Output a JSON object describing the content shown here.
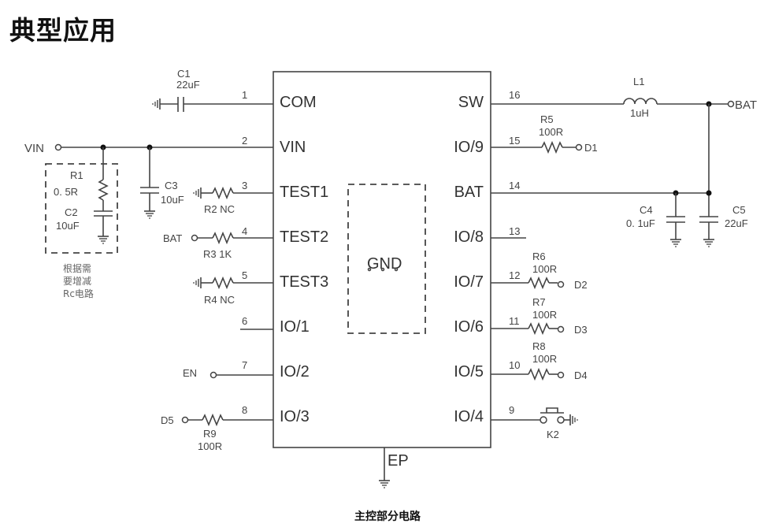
{
  "title": "典型应用",
  "caption": "主控部分电路",
  "chip": {
    "center_label": "GND",
    "exposed_pad_label": "EP",
    "left_pins": [
      {
        "num": "1",
        "name": "COM"
      },
      {
        "num": "2",
        "name": "VIN"
      },
      {
        "num": "3",
        "name": "TEST1"
      },
      {
        "num": "4",
        "name": "TEST2"
      },
      {
        "num": "5",
        "name": "TEST3"
      },
      {
        "num": "6",
        "name": "IO/1"
      },
      {
        "num": "7",
        "name": "IO/2"
      },
      {
        "num": "8",
        "name": "IO/3"
      }
    ],
    "right_pins": [
      {
        "num": "16",
        "name": "SW"
      },
      {
        "num": "15",
        "name": "IO/9"
      },
      {
        "num": "14",
        "name": "BAT"
      },
      {
        "num": "13",
        "name": "IO/8"
      },
      {
        "num": "12",
        "name": "IO/7"
      },
      {
        "num": "11",
        "name": "IO/6"
      },
      {
        "num": "10",
        "name": "IO/5"
      },
      {
        "num": "9",
        "name": "IO/4"
      }
    ]
  },
  "components": {
    "C1": {
      "ref": "C1",
      "value": "22uF"
    },
    "C2": {
      "ref": "C2",
      "value": "10uF"
    },
    "C3": {
      "ref": "C3",
      "value": "10uF"
    },
    "C4": {
      "ref": "C4",
      "value": "0. 1uF"
    },
    "C5": {
      "ref": "C5",
      "value": "22uF"
    },
    "R1": {
      "ref": "R1",
      "value": "0. 5R"
    },
    "R2": {
      "label": "R2 NC"
    },
    "R3": {
      "label": "R3 1K"
    },
    "R4": {
      "label": "R4 NC"
    },
    "R5": {
      "ref": "R5",
      "value": "100R"
    },
    "R6": {
      "ref": "R6",
      "value": "100R"
    },
    "R7": {
      "ref": "R7",
      "value": "100R"
    },
    "R8": {
      "ref": "R8",
      "value": "100R"
    },
    "R9": {
      "ref": "R9",
      "value": "100R"
    },
    "L1": {
      "ref": "L1",
      "value": "1uH"
    },
    "K2": {
      "ref": "K2"
    }
  },
  "nets": {
    "vin": "VIN",
    "bat_in": "BAT",
    "bat_out": "BAT",
    "en": "EN",
    "d1": "D1",
    "d2": "D2",
    "d3": "D3",
    "d4": "D4",
    "d5": "D5"
  },
  "rc_note": [
    "根据需",
    "要增减",
    "Rc电路"
  ]
}
